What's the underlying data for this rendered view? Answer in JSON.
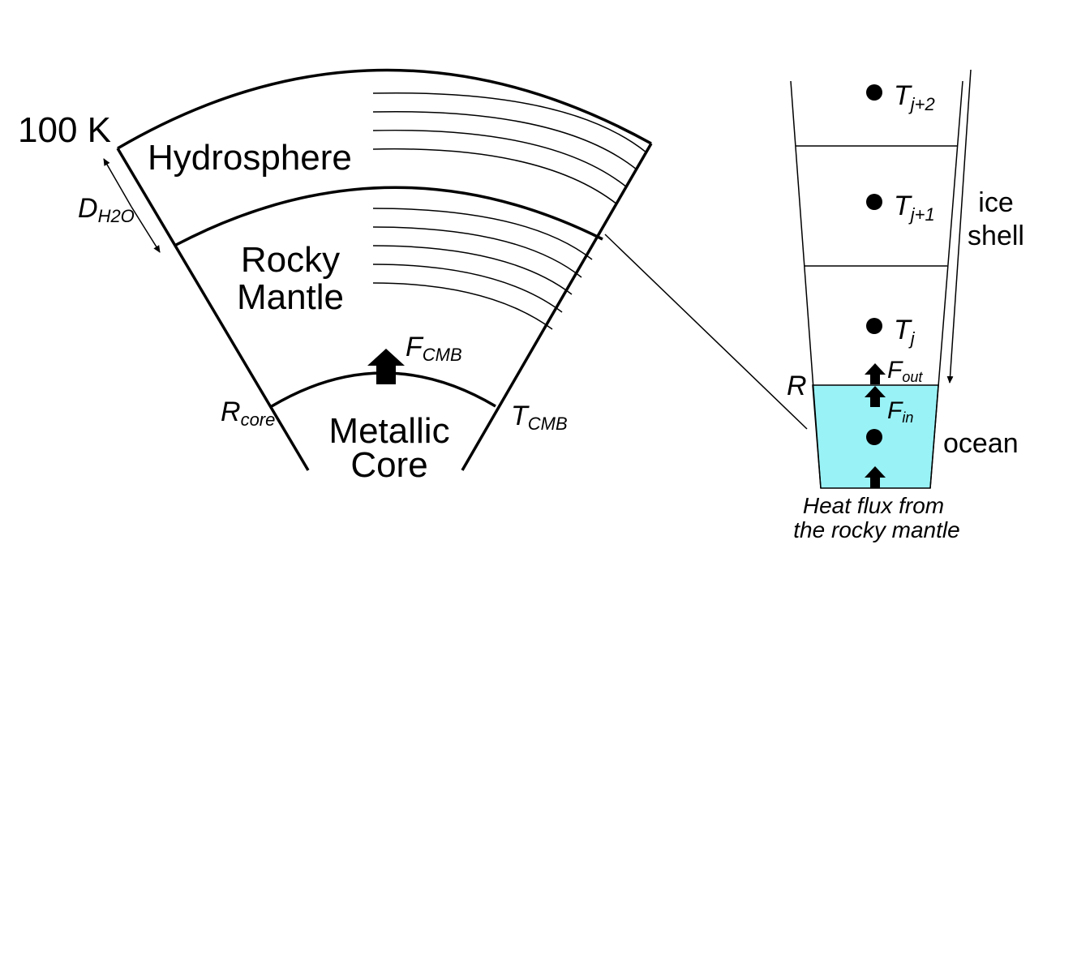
{
  "left_wedge": {
    "surface_temp": "100 K",
    "layers": {
      "hydrosphere": "Hydrosphere",
      "rocky_mantle_line1": "Rocky",
      "rocky_mantle_line2": "Mantle",
      "core_line1": "Metallic",
      "core_line2": "Core"
    },
    "thickness_label": {
      "main": "D",
      "sub": "H2O"
    },
    "core_radius_label": {
      "main": "R",
      "sub": "core"
    },
    "cmb_temp_label": {
      "main": "T",
      "sub": "CMB"
    },
    "cmb_flux_label": {
      "main": "F",
      "sub": "CMB"
    }
  },
  "right_column": {
    "radius_label": "R",
    "nodes": [
      {
        "main": "T",
        "sub": "j+2"
      },
      {
        "main": "T",
        "sub": "j+1"
      },
      {
        "main": "T",
        "sub": "j"
      }
    ],
    "flux_out": {
      "main": "F",
      "sub": "out"
    },
    "flux_in": {
      "main": "F",
      "sub": "in"
    },
    "ice_shell_line1": "ice",
    "ice_shell_line2": "shell",
    "ocean_label": "ocean",
    "ocean_color": "#99f2f6",
    "caption_line1": "Heat flux from",
    "caption_line2": "the rocky mantle"
  }
}
